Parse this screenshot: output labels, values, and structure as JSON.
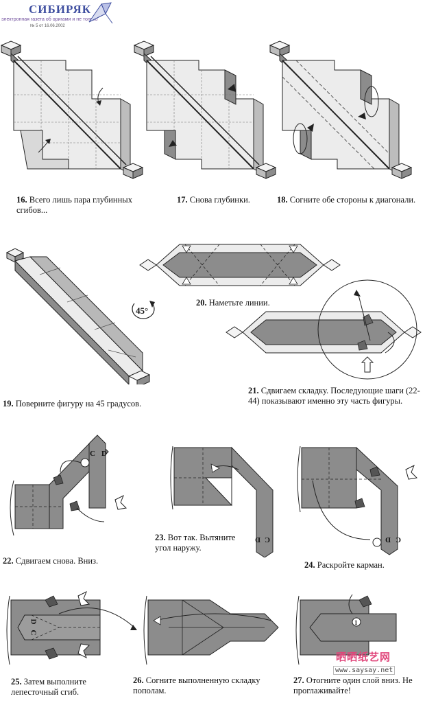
{
  "header": {
    "title": "СИБИРЯК",
    "subtitle": "электронная газета об оригами и не только",
    "issue": "№ 5 от 16.06.2002"
  },
  "steps": [
    {
      "num": "16.",
      "text": "Всего лишь пара глубинных сгибов..."
    },
    {
      "num": "17.",
      "text": "Снова глубинки."
    },
    {
      "num": "18.",
      "text": "Согните обе стороны к диагонали."
    },
    {
      "num": "19.",
      "text": "Поверните фигуру на 45 градусов."
    },
    {
      "num": "20.",
      "text": "Наметьте линии."
    },
    {
      "num": "21.",
      "text": "Сдвигаем складку. Последующие шаги (22-44) показывают именно эту часть фигуры."
    },
    {
      "num": "22.",
      "text": "Сдвигаем снова. Вниз."
    },
    {
      "num": "23.",
      "text": "Вот так. Вытяните угол наружу."
    },
    {
      "num": "24.",
      "text": "Раскройте карман."
    },
    {
      "num": "25.",
      "text": "Затем выполните лепесточный сгиб."
    },
    {
      "num": "26.",
      "text": "Согните выполненную складку пополам."
    },
    {
      "num": "27.",
      "text": "Отогните один слой вниз. Не проглаживайте!"
    }
  ],
  "figure_labels": {
    "rotation": "45°",
    "letter_c": "C",
    "letter_d": "D",
    "marker_one": "1"
  },
  "watermark": {
    "brand": "晒晒纸艺网",
    "url": "www.saysay.net"
  },
  "colors": {
    "paper_light": "#ececec",
    "paper_dark": "#8c8c8c",
    "paper_mid": "#b8b8b8",
    "outline": "#222222",
    "logo_blue": "#3f4fa0",
    "brand_pink": "#e0457a"
  }
}
